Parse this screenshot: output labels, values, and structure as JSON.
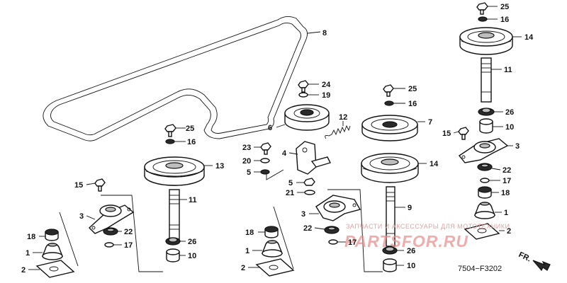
{
  "watermark": {
    "line1": "ЗАПЧАСТИ И АКСЕССУАРЫ ДЛЯ МОТОТЕХНИКИ",
    "line2": "PARTSFOR.RU"
  },
  "diagram_code": "7504−F3202",
  "direction_label": "FR.",
  "callouts": {
    "c1": "1",
    "c2": "2",
    "c3": "3",
    "c4": "4",
    "c5": "5",
    "c6": "6",
    "c7": "7",
    "c8": "8",
    "c9": "9",
    "c10": "10",
    "c11": "11",
    "c12": "12",
    "c13": "13",
    "c14": "14",
    "c15": "15",
    "c16": "16",
    "c17": "17",
    "c18": "18",
    "c19": "19",
    "c20": "20",
    "c21": "21",
    "c22": "22",
    "c23": "23",
    "c24": "24",
    "c25": "25",
    "c26": "26"
  },
  "colors": {
    "line": "#111111",
    "watermark": "#e58a8a"
  }
}
